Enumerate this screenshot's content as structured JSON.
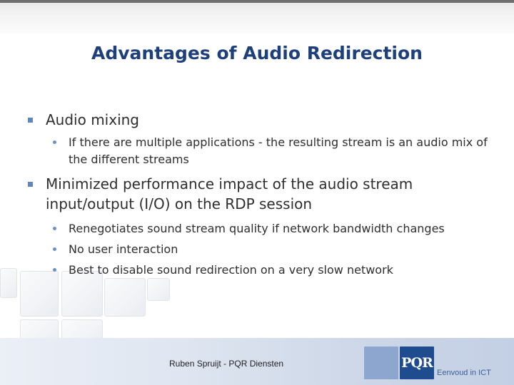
{
  "slide": {
    "title": "Advantages of Audio Redirection",
    "bullets": [
      {
        "text": "Audio mixing",
        "subbullets": [
          "If there are multiple applications - the resulting stream is an audio mix of the different streams"
        ]
      },
      {
        "text": "Minimized performance impact of the audio stream input/output (I/O) on the RDP session",
        "subbullets": [
          "Renegotiates sound stream quality if network bandwidth changes",
          "No user interaction",
          "Best to disable sound redirection on a very slow network"
        ]
      }
    ]
  },
  "footer": {
    "presenter": "Ruben Spruijt - PQR Diensten",
    "logo_text": "PQR",
    "tagline": "Eenvoud in ICT"
  },
  "colors": {
    "title": "#1d3f7a",
    "bullet_marker": "#5e86c4",
    "logo_blue": "#1f4c8f"
  }
}
